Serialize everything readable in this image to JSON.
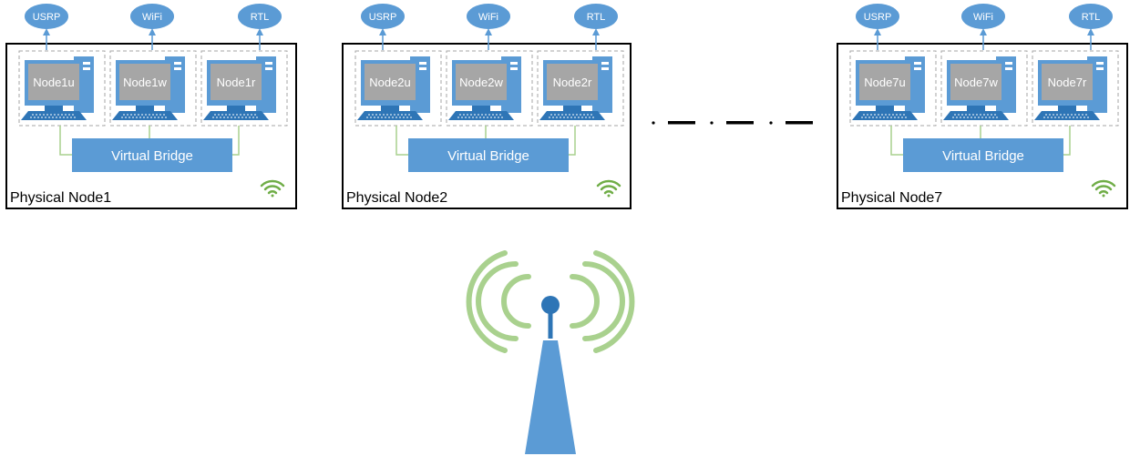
{
  "colors": {
    "blue": "#5b9bd5",
    "dark_blue": "#2e75b6",
    "screen_gray": "#a6a6a6",
    "green": "#70ad47",
    "light_green": "#a9d18e",
    "dashed_gray": "#a6a6a6",
    "line_green": "#a9d18e"
  },
  "physical_nodes": [
    {
      "label": "Physical Node1",
      "devices": [
        "USRP",
        "WiFi",
        "RTL"
      ],
      "vms": [
        "Node1u",
        "Node1w",
        "Node1r"
      ],
      "bridge": "Virtual Bridge"
    },
    {
      "label": "Physical Node2",
      "devices": [
        "USRP",
        "WiFi",
        "RTL"
      ],
      "vms": [
        "Node2u",
        "Node2w",
        "Node2r"
      ],
      "bridge": "Virtual Bridge"
    },
    {
      "label": "Physical Node7",
      "devices": [
        "USRP",
        "WiFi",
        "RTL"
      ],
      "vms": [
        "Node7u",
        "Node7w",
        "Node7r"
      ],
      "bridge": "Virtual Bridge"
    }
  ],
  "icons": {
    "computer": "computer-icon",
    "wifi": "wifi-icon",
    "tower": "antenna-tower-icon",
    "ellipsis": "dash-dot-ellipsis"
  }
}
